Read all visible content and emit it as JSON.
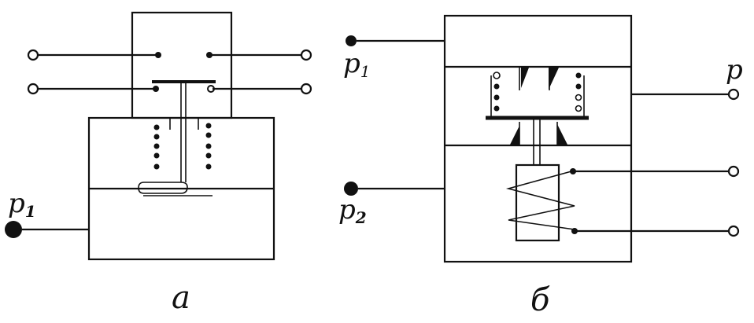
{
  "diagram_a": {
    "caption": "а",
    "pressure_label": "p",
    "pressure_sub": "1"
  },
  "diagram_b": {
    "caption": "б",
    "p1_label": "p",
    "p1_sub": "1",
    "p2_label": "p",
    "p2_sub": "2",
    "p_out_label": "p"
  }
}
